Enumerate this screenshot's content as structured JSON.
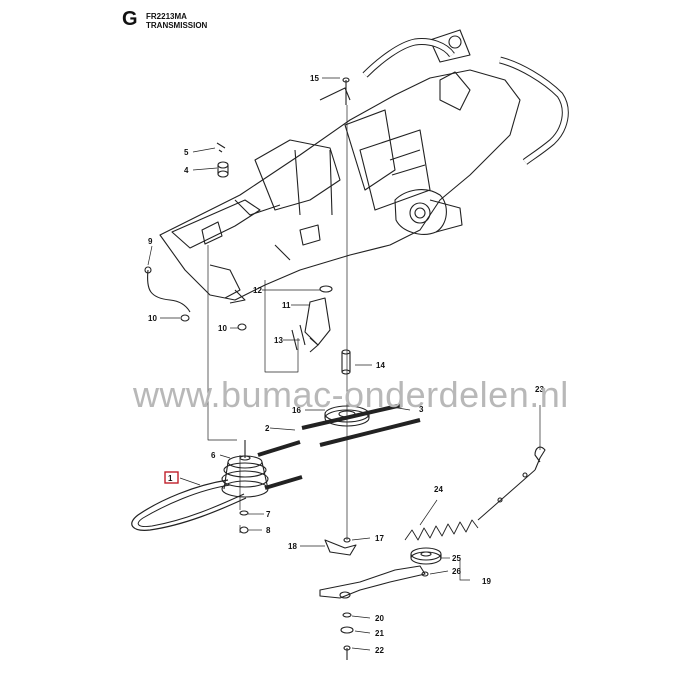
{
  "header": {
    "section_letter": "G",
    "code": "FR2213MA",
    "title": "TRANSMISSION"
  },
  "watermark": "www.bumac-onderdelen.nl",
  "callouts": [
    "1",
    "2",
    "3",
    "4",
    "5",
    "6",
    "7",
    "8",
    "9",
    "10",
    "10",
    "11",
    "12",
    "13",
    "14",
    "15",
    "16",
    "17",
    "18",
    "19",
    "20",
    "21",
    "22",
    "23",
    "24",
    "25",
    "26"
  ],
  "highlight_color": "#c0202a"
}
